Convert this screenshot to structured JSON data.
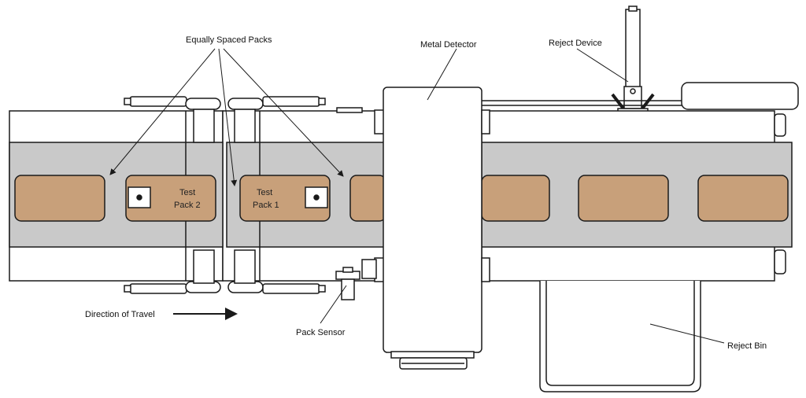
{
  "labels": {
    "equally_spaced_packs": "Equally Spaced Packs",
    "metal_detector": "Metal Detector",
    "reject_device": "Reject Device",
    "direction_of_travel": "Direction of Travel",
    "pack_sensor": "Pack Sensor",
    "reject_bin": "Reject Bin"
  },
  "test_packs": {
    "pack2_line1": "Test",
    "pack2_line2": "Pack 2",
    "pack1_line1": "Test",
    "pack1_line2": "Pack 1"
  },
  "colors": {
    "belt": "#c9c9c9",
    "pack": "#c8a07a",
    "outline": "#1a1a1a",
    "background": "#ffffff"
  }
}
